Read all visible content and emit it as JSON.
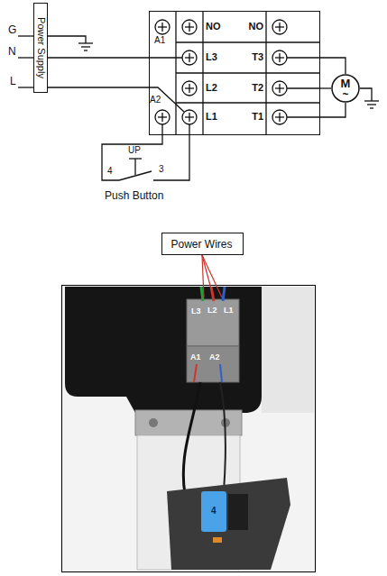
{
  "diagram": {
    "nodes": [
      {
        "text": [
          "Power Supply"
        ]
      },
      {
        "text": [
          "NO",
          "NO",
          "L3",
          "T3",
          "L2",
          "T2",
          "L1",
          "T1"
        ]
      },
      {
        "text": [
          "M",
          "~"
        ]
      },
      {
        "text": [
          "Power Wires"
        ]
      }
    ],
    "edges": [
      {
        "from": 0,
        "to": 1,
        "arrow": "none"
      },
      {
        "from": 0,
        "to": 1,
        "arrow": "none"
      },
      {
        "from": 1,
        "to": 2,
        "arrow": "none"
      },
      {
        "from": 1,
        "to": 2,
        "arrow": "none"
      },
      {
        "from": 1,
        "to": 2,
        "arrow": "none"
      }
    ],
    "labels": [
      "G",
      "N",
      "L",
      "A1",
      "A2",
      "UP",
      "4",
      "3",
      "Push Button",
      "L3",
      "L2",
      "L1",
      "A1",
      "A2",
      "4"
    ]
  }
}
